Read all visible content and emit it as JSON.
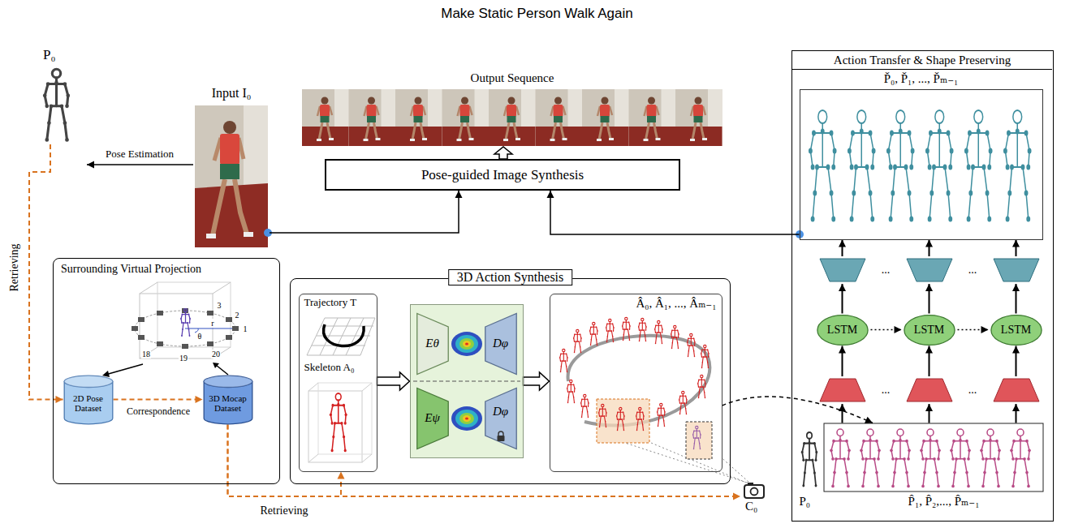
{
  "diagram": {
    "title": "Make Static Person Walk Again",
    "nodes": [
      {
        "text": [
          "Output Sequence"
        ]
      },
      {
        "text": [
          "P₀"
        ]
      },
      {
        "text": [
          "Input I₀"
        ]
      },
      {
        "text": [
          "Pose-guided Image Synthesis"
        ]
      },
      {
        "text": [
          "Action Transfer & Shape Preserving"
        ]
      },
      {
        "text": [
          "P̌₀, P̌₁, ..., P̌ₘ₋₁"
        ],
        "in": 4
      },
      {
        "text": [
          "LSTM"
        ],
        "in": 4
      },
      {
        "text": [
          "LSTM"
        ],
        "in": 4
      },
      {
        "text": [
          "LSTM"
        ],
        "in": 4
      },
      {
        "text": [
          "P₀",
          "P̂₁, P̂₂,..., P̂ₘ₋₁"
        ],
        "in": 4
      },
      {
        "text": [
          "Surrounding Virtual Projection"
        ]
      },
      {
        "text": [
          "2D Pose Dataset"
        ],
        "in": 10
      },
      {
        "text": [
          "3D Mocap Dataset"
        ],
        "in": 10
      },
      {
        "text": [
          "3D Action Synthesis"
        ]
      },
      {
        "text": [
          "Trajectory T",
          "Skeleton A₀"
        ],
        "in": 13
      },
      {
        "text": [],
        "in": 13
      },
      {
        "text": [
          "Eθ"
        ],
        "in": 15
      },
      {
        "text": [
          "Dφ"
        ],
        "in": 15
      },
      {
        "text": [
          "Eψ"
        ],
        "in": 15
      },
      {
        "text": [
          "Dφ"
        ],
        "in": 15
      },
      {
        "text": [
          "Â₀, Â₁, ..., Âₘ₋₁"
        ],
        "in": 13
      },
      {
        "text": [
          "C₀"
        ]
      }
    ],
    "edges": [
      {
        "from": 2,
        "to": 1,
        "arrow": "to",
        "label": "Pose Estimation"
      },
      {
        "from": 2,
        "to": 3,
        "arrow": "to"
      },
      {
        "from": 3,
        "to": 0,
        "arrow": "to"
      },
      {
        "from": 5,
        "to": 3,
        "arrow": "to"
      },
      {
        "from": 9,
        "to": 6,
        "arrow": "to"
      },
      {
        "from": 9,
        "to": 7,
        "arrow": "to"
      },
      {
        "from": 9,
        "to": 8,
        "arrow": "to"
      },
      {
        "from": 6,
        "to": 5,
        "arrow": "to"
      },
      {
        "from": 7,
        "to": 5,
        "arrow": "to"
      },
      {
        "from": 8,
        "to": 5,
        "arrow": "to"
      },
      {
        "from": 6,
        "to": 7,
        "arrow": "to"
      },
      {
        "from": 7,
        "to": 8,
        "arrow": "to"
      },
      {
        "from": 1,
        "to": 11,
        "arrow": "to",
        "label": "Retrieving"
      },
      {
        "from": 11,
        "to": 12,
        "arrow": "to",
        "label": "Correspondence"
      },
      {
        "from": 12,
        "to": 14,
        "arrow": "to",
        "label": "Retrieving"
      },
      {
        "from": 12,
        "to": 21,
        "arrow": "to"
      },
      {
        "from": 14,
        "to": 15,
        "arrow": "to"
      },
      {
        "from": 15,
        "to": 20,
        "arrow": "to"
      },
      {
        "from": 20,
        "to": 9,
        "arrow": "to"
      },
      {
        "from": 21,
        "to": 20,
        "arrow": "none"
      }
    ],
    "labels": [
      "...",
      "...",
      "...",
      "...",
      "3",
      "2",
      "1",
      "18",
      "19",
      "20",
      "r",
      "θ"
    ]
  }
}
